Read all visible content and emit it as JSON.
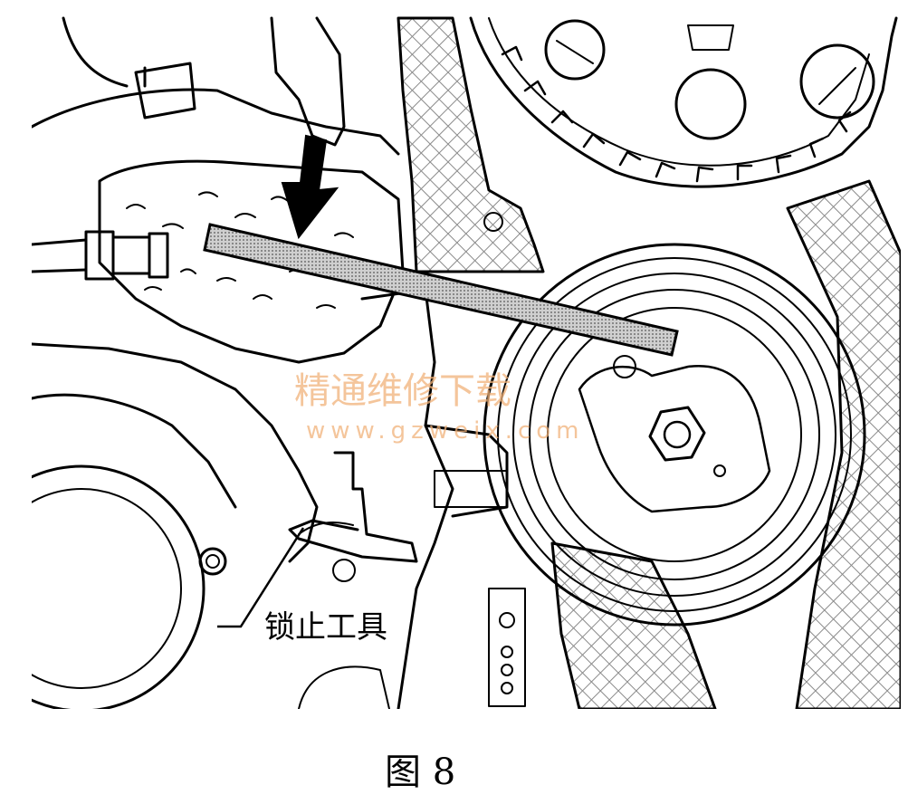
{
  "callout": {
    "label": "锁止工具"
  },
  "caption": {
    "text": "图 8"
  },
  "watermark": {
    "text_cn": "精通维修下载",
    "text_url": "www.gzweix.com",
    "color": "#f1b27a"
  },
  "colors": {
    "line": "#000000",
    "background": "#ffffff",
    "hatch": "#9a9a9a"
  }
}
